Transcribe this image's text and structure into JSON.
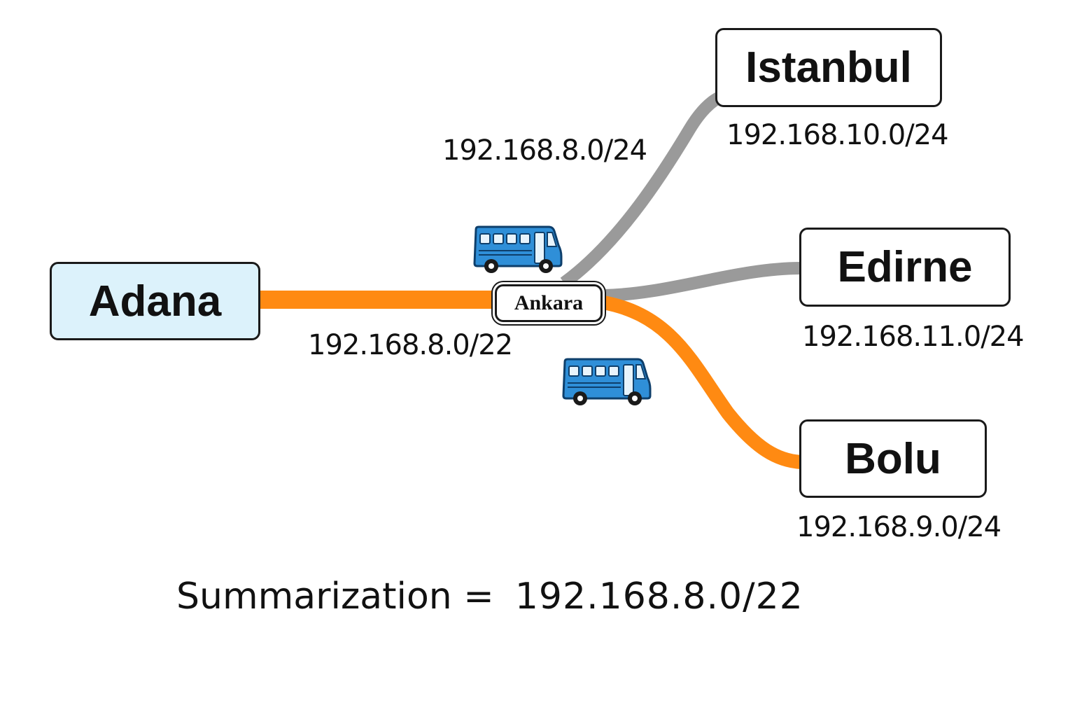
{
  "colors": {
    "active_link": "#ff8a12",
    "inactive_link": "#9a9a9a",
    "source_fill": "#dcf2fb",
    "bus_body": "#2f8fd8"
  },
  "nodes": {
    "adana": "Adana",
    "ankara": "Ankara",
    "istanbul": "Istanbul",
    "edirne": "Edirne",
    "bolu": "Bolu"
  },
  "networks": {
    "adana_link": "192.168.8.0/22",
    "ankara_upper": "192.168.8.0/24",
    "istanbul": "192.168.10.0/24",
    "edirne": "192.168.11.0/24",
    "bolu": "192.168.9.0/24"
  },
  "icons": [
    "bus-icon",
    "bus-icon"
  ],
  "summary": {
    "label": "Summarization =",
    "value": "192.168.8.0/22"
  }
}
